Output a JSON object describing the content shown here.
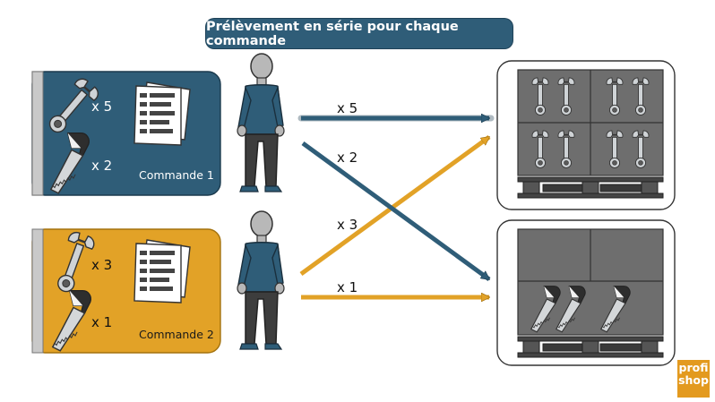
{
  "title": "Prélèvement en série pour chaque commande",
  "orders": [
    {
      "name": "Commande 1",
      "color": "#2f5d78",
      "items": [
        {
          "icon": "wrench-icon",
          "qty": "x 5"
        },
        {
          "icon": "saw-icon",
          "qty": "x 2"
        }
      ]
    },
    {
      "name": "Commande 2",
      "color": "#e2a227",
      "items": [
        {
          "icon": "wrench-icon",
          "qty": "x 3"
        },
        {
          "icon": "saw-icon",
          "qty": "x 1"
        }
      ]
    }
  ],
  "arrows": [
    {
      "from": "Commande 1",
      "to": "wrench-shelf",
      "label": "x 5",
      "color": "#2f5d78"
    },
    {
      "from": "Commande 1",
      "to": "saw-shelf",
      "label": "x 2",
      "color": "#2f5d78"
    },
    {
      "from": "Commande 2",
      "to": "wrench-shelf",
      "label": "x 3",
      "color": "#e2a227"
    },
    {
      "from": "Commande 2",
      "to": "saw-shelf",
      "label": "x 1",
      "color": "#e2a227"
    }
  ],
  "logo": {
    "line1": "profi",
    "line2": "shop",
    "line3": ""
  }
}
